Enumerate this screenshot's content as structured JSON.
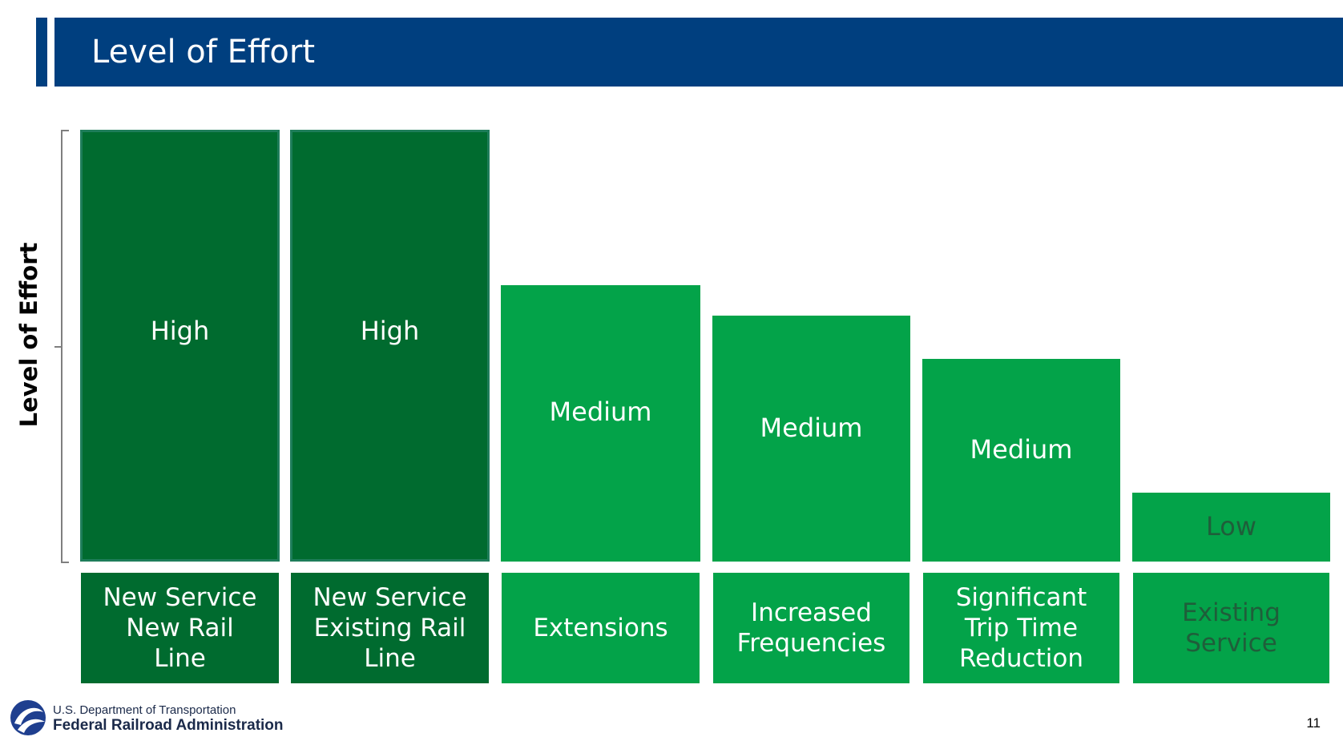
{
  "title": "Level of Effort",
  "colors": {
    "title_bar": "#003f7f",
    "high_fill": "#006b2f",
    "high_border": "#1e7d5a",
    "medium_fill": "#03a349",
    "low_fill": "#03a349",
    "low_text": "#1f5e3a"
  },
  "y_axis_label": "Level of Effort",
  "columns": [
    {
      "level": "High",
      "category": "New Service\nNew Rail\nLine",
      "effort": 1.0,
      "tier": "high"
    },
    {
      "level": "High",
      "category": "New Service\nExisting Rail\nLine",
      "effort": 1.0,
      "tier": "high"
    },
    {
      "level": "Medium",
      "category": "Extensions",
      "effort": 0.64,
      "tier": "medium"
    },
    {
      "level": "Medium",
      "category": "Increased\nFrequencies",
      "effort": 0.57,
      "tier": "medium"
    },
    {
      "level": "Medium",
      "category": "Significant\nTrip Time\nReduction",
      "effort": 0.47,
      "tier": "medium"
    },
    {
      "level": "Low",
      "category": "Existing\nService",
      "effort": 0.16,
      "tier": "low"
    }
  ],
  "footer": {
    "agency_line1": "U.S. Department of Transportation",
    "agency_line2": "Federal Railroad Administration",
    "page_number": "11"
  }
}
